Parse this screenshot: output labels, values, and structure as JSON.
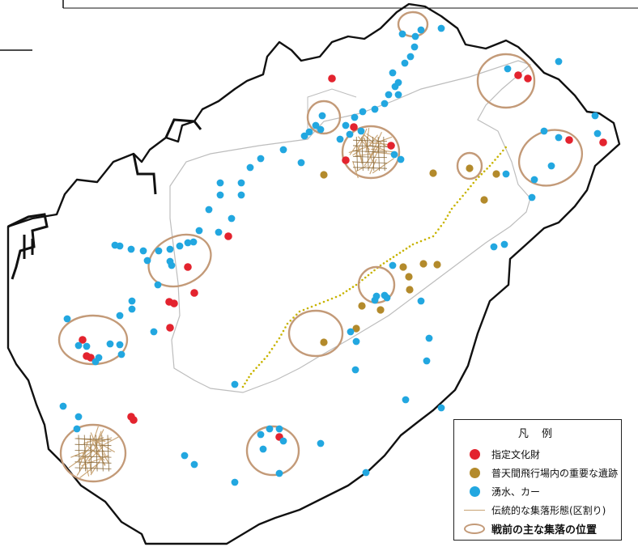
{
  "colors": {
    "cultural_property": "#e3232e",
    "archaeological_site": "#b38a2b",
    "spring": "#22a7e0",
    "traditional_settlement": "#c8a373",
    "settlement_circle": "#c39a78",
    "boundary": "#111111",
    "airfield": "#bdbdbd",
    "runway_trail": "#c8b400"
  },
  "legend": {
    "title": "凡 例",
    "items": [
      {
        "id": "cultural",
        "label": "指定文化財",
        "symbol": "red-dot-icon"
      },
      {
        "id": "site",
        "label": "普天間飛行場内の重要な遺跡",
        "symbol": "gold-dot-icon"
      },
      {
        "id": "spring",
        "label": "湧水、カー",
        "symbol": "blue-dot-icon"
      },
      {
        "id": "traditional",
        "label": "伝統的な集落形態(区割り)",
        "symbol": "line-icon"
      },
      {
        "id": "prewar",
        "label": "戦前の主な集落の位置",
        "symbol": "ellipse-icon"
      }
    ]
  }
}
